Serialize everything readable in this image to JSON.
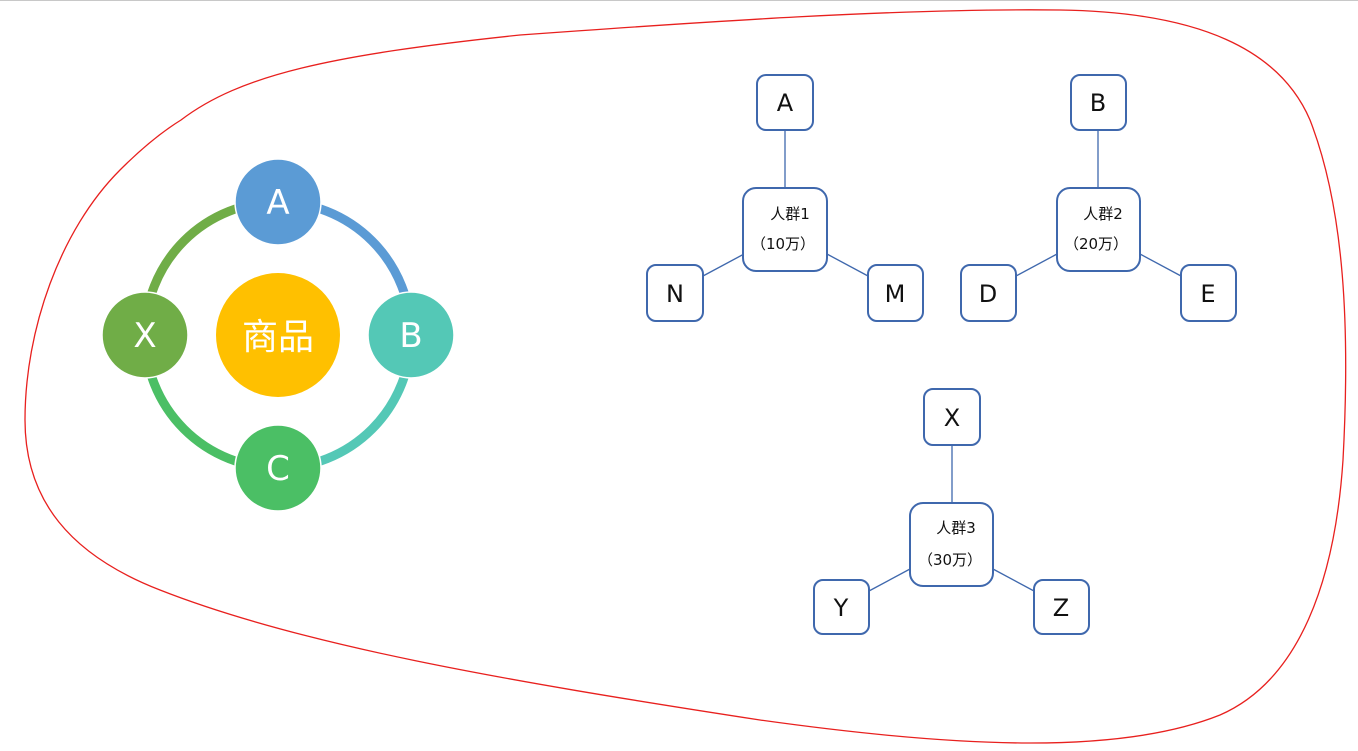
{
  "cycle_diagram": {
    "center": {
      "label": "商品",
      "color": "#ffc000"
    },
    "nodes": [
      {
        "id": "A",
        "label": "A",
        "color": "#5b9bd5",
        "position": "top"
      },
      {
        "id": "B",
        "label": "B",
        "color": "#54c8b6",
        "position": "right"
      },
      {
        "id": "C",
        "label": "C",
        "color": "#4bbf65",
        "position": "bottom"
      },
      {
        "id": "X",
        "label": "X",
        "color": "#70ad47",
        "position": "left"
      }
    ],
    "arcs": [
      {
        "from": "A",
        "to": "B",
        "color": "#5b9bd5"
      },
      {
        "from": "B",
        "to": "C",
        "color": "#54c8b6"
      },
      {
        "from": "C",
        "to": "X",
        "color": "#4bbf65"
      },
      {
        "from": "X",
        "to": "A",
        "color": "#70ad47"
      }
    ]
  },
  "groups": [
    {
      "name": "人群1",
      "size": "（10万）",
      "top": "A",
      "left": "N",
      "right": "M"
    },
    {
      "name": "人群2",
      "size": "（20万）",
      "top": "B",
      "left": "D",
      "right": "E"
    },
    {
      "name": "人群3",
      "size": "（30万）",
      "top": "X",
      "left": "Y",
      "right": "Z"
    }
  ],
  "colors": {
    "outline": "#e8201e",
    "box_border": "#3f68ad"
  }
}
